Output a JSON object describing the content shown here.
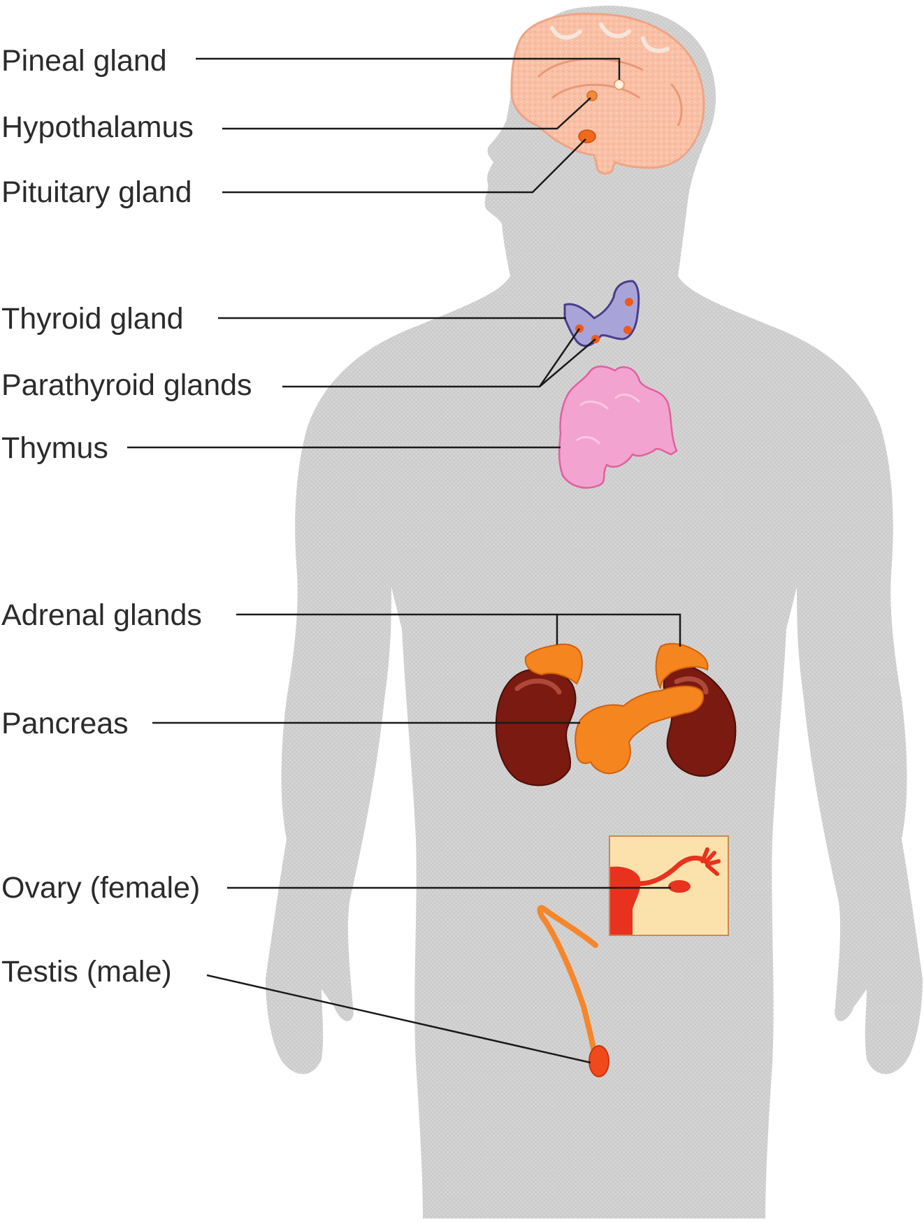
{
  "diagram": {
    "labels": {
      "pineal": "Pineal gland",
      "hypothalamus": "Hypothalamus",
      "pituitary": "Pituitary gland",
      "thyroid": "Thyroid gland",
      "parathyroid": "Parathyroid glands",
      "thymus": "Thymus",
      "adrenal": "Adrenal glands",
      "pancreas": "Pancreas",
      "ovary": "Ovary (female)",
      "testis": "Testis (male)"
    },
    "colors": {
      "body": "#cfcfcf",
      "brain": "#f9c2a8",
      "thyroid": "#a8a3d6",
      "thymus": "#f3a6d0",
      "kidney": "#7a1a10",
      "adrenal": "#f5851e",
      "pancreas": "#f5851e",
      "ovary_inset": "#fbe2ad",
      "uterus": "#e8321e",
      "testis": "#f26a1e",
      "leader_line": "#1a1a1a"
    }
  }
}
